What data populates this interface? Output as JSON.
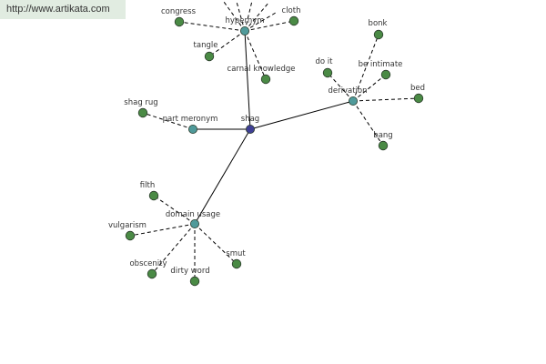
{
  "url": "http://www.artikata.com",
  "colors": {
    "center": "#3f3f94",
    "relation": "#4f9a9a",
    "leaf": "#4a8a45",
    "edge": "#000000"
  },
  "center": {
    "label": "shag"
  },
  "relations": [
    {
      "id": "hypernym",
      "label": "hypernym",
      "leaves": [
        "congress",
        "cloth",
        "tangle",
        "carnal knowledge"
      ]
    },
    {
      "id": "derivation",
      "label": "derivation",
      "leaves": [
        "bonk",
        "do it",
        "be intimate",
        "bed",
        "bang"
      ]
    },
    {
      "id": "part-meronym",
      "label": "part meronym",
      "leaves": [
        "shag rug"
      ]
    },
    {
      "id": "domain-usage",
      "label": "domain usage",
      "leaves": [
        "filth",
        "vulgarism",
        "obscenity",
        "dirty word",
        "smut"
      ]
    }
  ]
}
